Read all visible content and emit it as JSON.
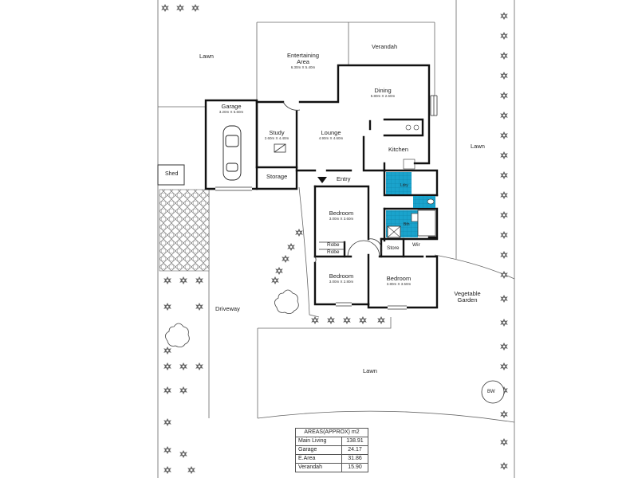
{
  "rooms": {
    "lawn_top_left": "Lawn",
    "entertaining": {
      "name": "Entertaining Area",
      "dims": "6.30m X 5.40m"
    },
    "verandah": "Verandah",
    "dining": {
      "name": "Dining",
      "dims": "5.80m X 2.60m"
    },
    "garage": {
      "name": "Garage",
      "dims": "3.20m X 5.60m"
    },
    "study": {
      "name": "Study",
      "dims": "2.60m X 4.40m"
    },
    "lounge": {
      "name": "Lounge",
      "dims": "4.90m X 4.60m"
    },
    "kitchen": "Kitchen",
    "lawn_right": "Lawn",
    "shed": "Shed",
    "storage": "Storage",
    "entry": "Entry",
    "laundry": "Ldry",
    "bath": "Bth",
    "bedroom1": {
      "name": "Bedroom",
      "dims": "3.00m X 3.60m"
    },
    "robe1": "Robe",
    "robe2": "Robe",
    "store": "Store",
    "wir": "Wir",
    "bedroom2": {
      "name": "Bedroom",
      "dims": "3.00m X 2.80m"
    },
    "bedroom3": {
      "name": "Bedroom",
      "dims": "3.80m X 3.50m"
    },
    "vegetable_garden": "Vegetable Garden",
    "driveway": "Driveway",
    "lawn_bottom": "Lawn",
    "bw": "BW"
  },
  "areas": {
    "header": "AREAS(APPROX) m2",
    "rows": [
      {
        "label": "Main Living",
        "value": "138.91"
      },
      {
        "label": "Garage",
        "value": "24.17"
      },
      {
        "label": "E.Area",
        "value": "31.86"
      },
      {
        "label": "Verandah",
        "value": "15.90"
      }
    ]
  },
  "colors": {
    "wet_area": "#1aa3cc",
    "walls": "#111111",
    "plants": "#555555"
  },
  "icons": {
    "car": "car-icon",
    "shrub": "shrub-icon",
    "tree": "tree-icon"
  }
}
